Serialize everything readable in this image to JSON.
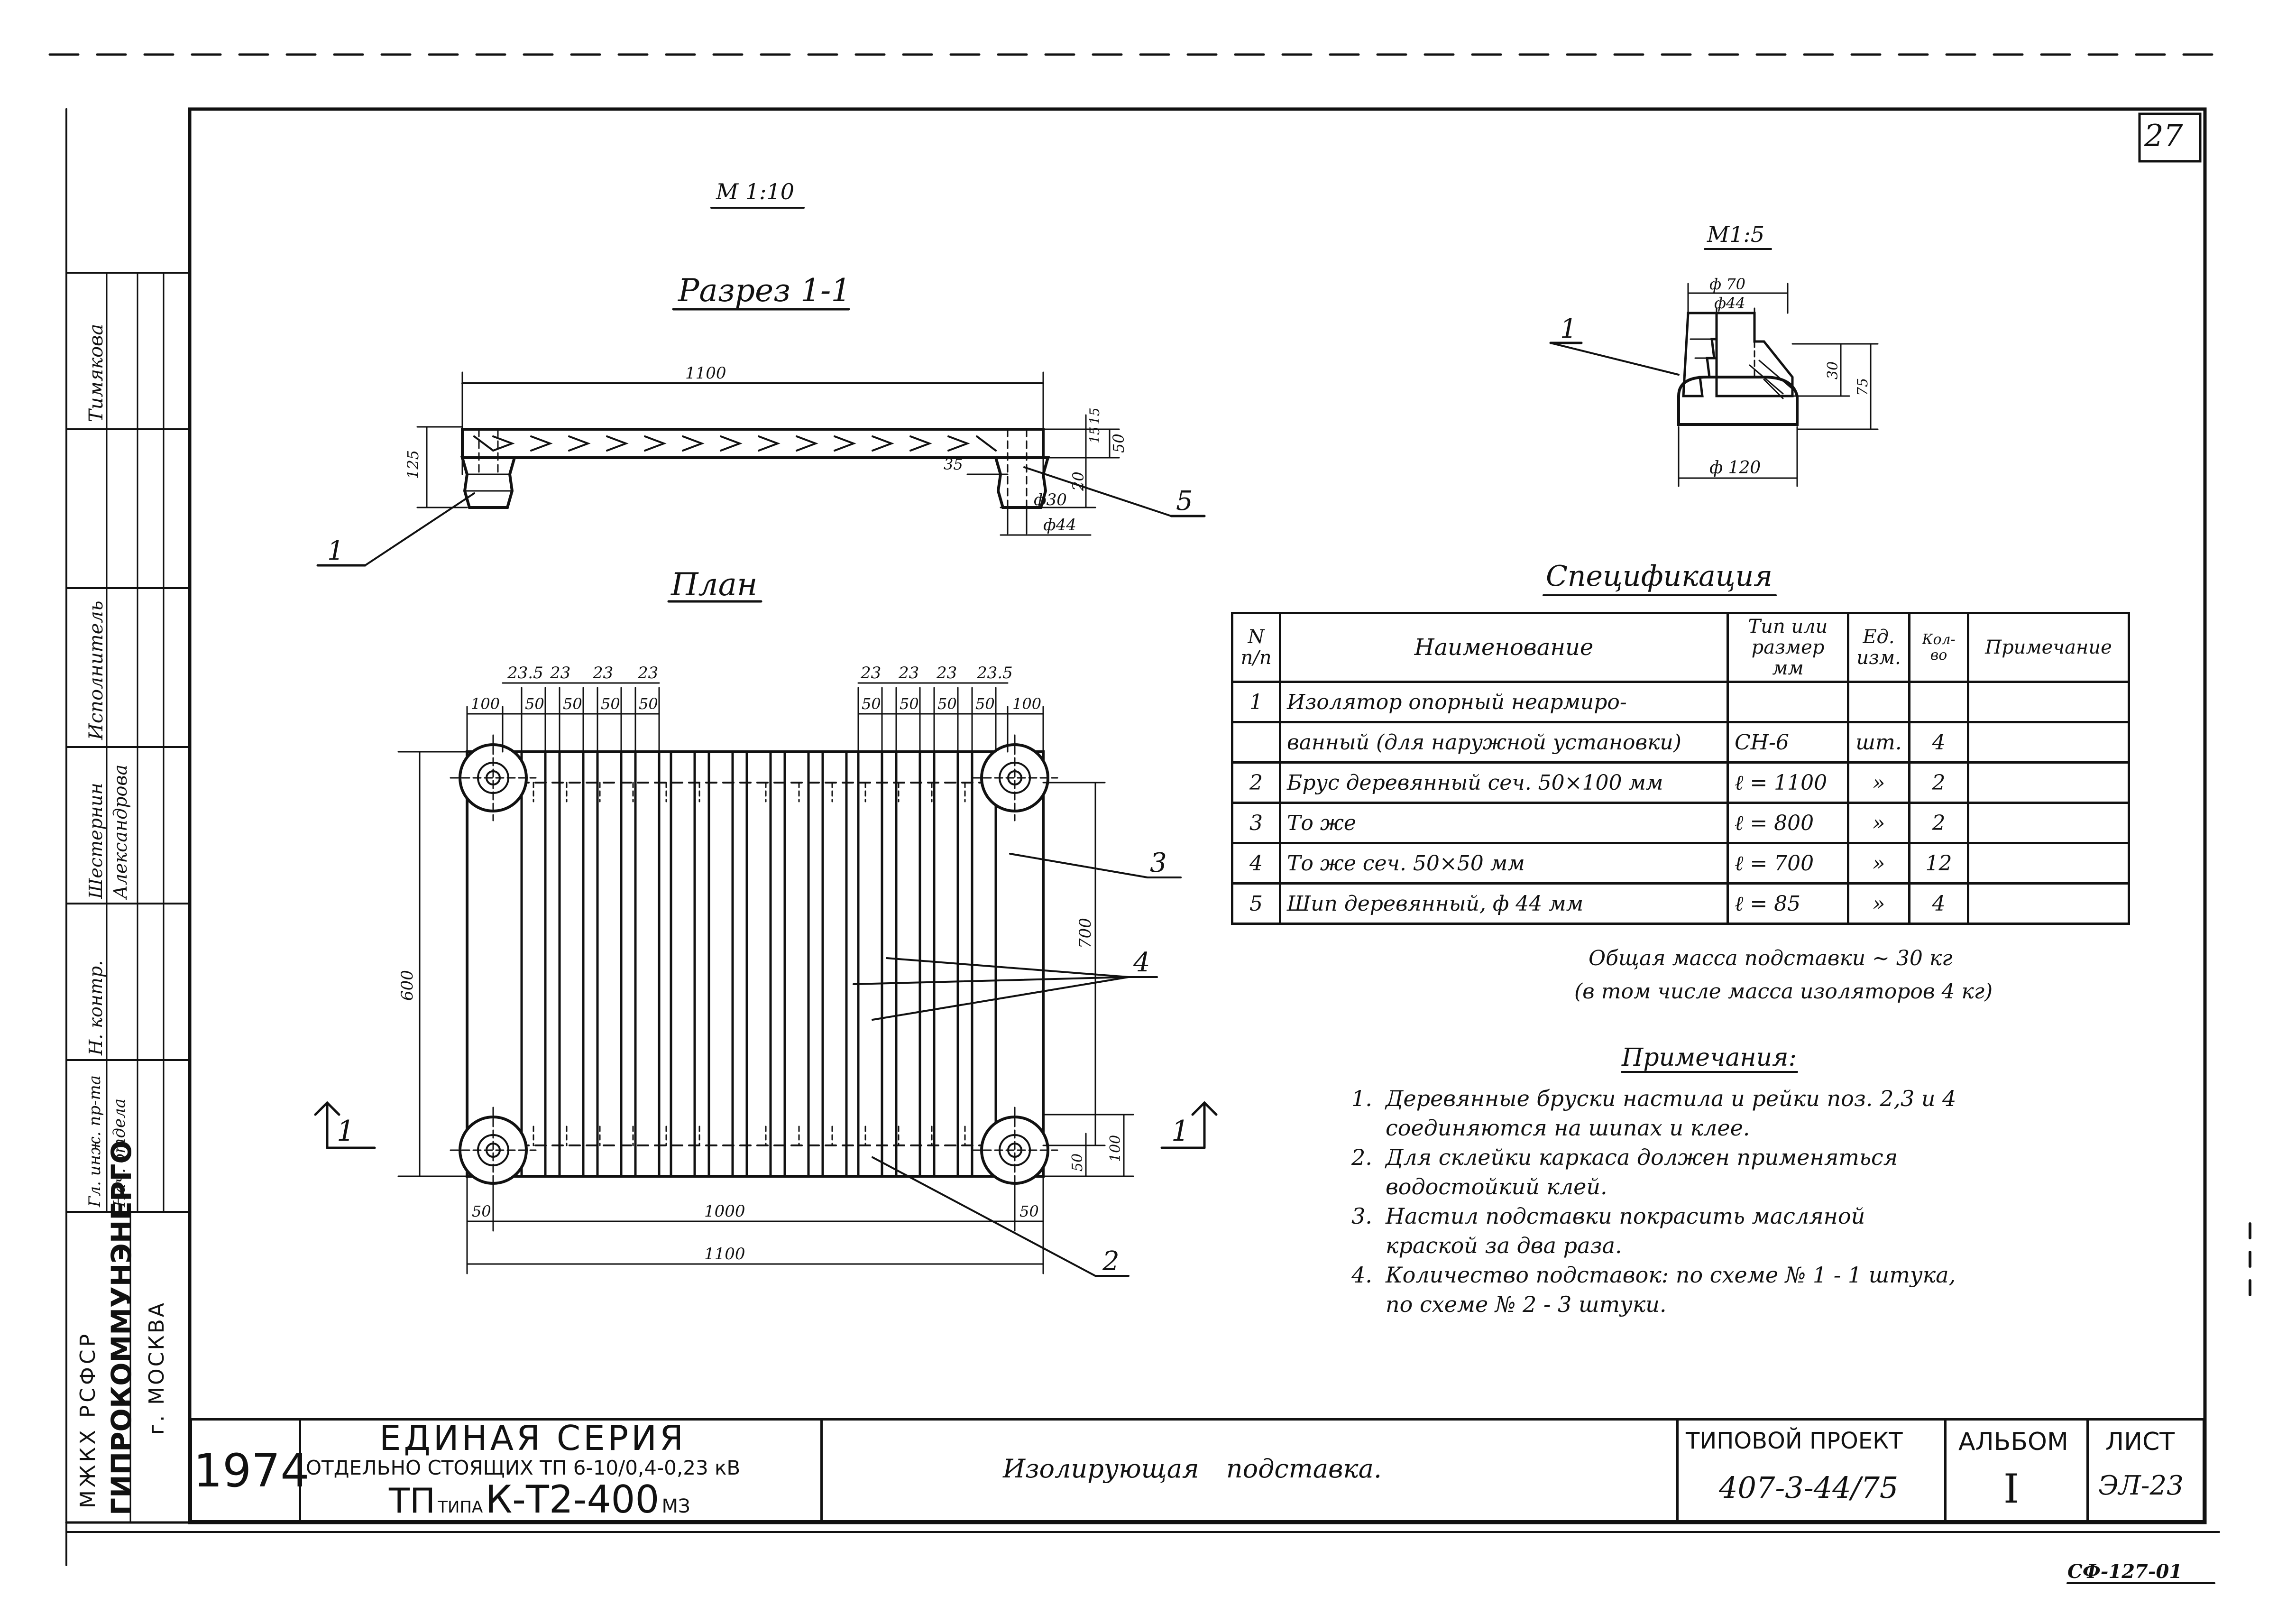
{
  "sheet": {
    "page_number": "27",
    "bottom_code": "СФ-127-01"
  },
  "section_view": {
    "scale": "М 1:10",
    "title": "Разрез 1-1",
    "dims": {
      "overall_length": "1100",
      "height": "125",
      "depth_small": "35",
      "right_a": "15",
      "right_b": "15",
      "right_c": "50",
      "right_d": "20",
      "dia_small": "ф30",
      "dia_large": "ф44"
    },
    "callouts": {
      "left": "1",
      "right": "5"
    }
  },
  "detail_view": {
    "scale": "М1:5",
    "callout": "1",
    "dims": {
      "top_dia": "ф 70",
      "inner_dia": "ф44",
      "depth": "30",
      "height": "75",
      "bottom_dia": "ф 120"
    }
  },
  "plan_view": {
    "title": "План",
    "top_dims_left": [
      "23.5",
      "23",
      "23",
      "23"
    ],
    "top_dims_left_lower": [
      "100",
      "50",
      "50",
      "50",
      "50"
    ],
    "top_dims_right": [
      "23",
      "23",
      "23",
      "23.5"
    ],
    "top_dims_right_lower": [
      "50",
      "50",
      "50",
      "50",
      "100"
    ],
    "side_dims": {
      "height": "600",
      "inner": "700",
      "bottom_a": "50",
      "bottom_b": "100"
    },
    "bottom_dims": {
      "left": "50",
      "inner": "1000",
      "right": "50",
      "overall": "1100"
    },
    "callouts": {
      "c3": "3",
      "c4": "4",
      "c2": "2"
    },
    "section_marks": {
      "left": "1",
      "right": "1"
    }
  },
  "specification": {
    "title": "Спецификация",
    "headers": [
      "N п/п",
      "Наименование",
      "Тип или размер мм",
      "Ед. изм.",
      "Кол-во",
      "Примечание"
    ],
    "rows": [
      [
        "1",
        "Изолятор опорный неармиро-",
        "",
        "",
        "",
        ""
      ],
      [
        "",
        "ванный (для наружной установки)",
        "СН-6",
        "шт.",
        "4",
        ""
      ],
      [
        "2",
        "Брус деревянный сеч. 50×100 мм",
        "ℓ = 1100",
        "»",
        "2",
        ""
      ],
      [
        "3",
        "То же",
        "ℓ = 800",
        "»",
        "2",
        ""
      ],
      [
        "4",
        "То же сеч. 50×50 мм",
        "ℓ = 700",
        "»",
        "12",
        ""
      ],
      [
        "5",
        "Шип деревянный, ф 44 мм",
        "ℓ = 85",
        "»",
        "4",
        ""
      ]
    ],
    "mass_line1": "Общая масса подставки ~ 30 кг",
    "mass_line2": "(в том числе масса изоляторов 4 кг)"
  },
  "notes": {
    "title": "Примечания:",
    "items": [
      [
        "1.",
        "Деревянные бруски настила и рейки поз. 2,3 и 4",
        "соединяются на шипах и клее."
      ],
      [
        "2.",
        "Для склейки каркаса должен применяться",
        "водостойкий клей."
      ],
      [
        "3.",
        "Настил подставки покрасить масляной",
        "краской за два раза."
      ],
      [
        "4.",
        "Количество подставок: по схеме № 1 - 1 штука,",
        "по схеме № 2 - 3 штуки."
      ]
    ]
  },
  "side_stamp": {
    "rows": [
      {
        "role": "",
        "name": "Тимякова"
      },
      {
        "role": "",
        "name": ""
      },
      {
        "role": "Исполнитель",
        "name": ""
      },
      {
        "role": "Шестернин",
        "name": "Александрова"
      },
      {
        "role": "Н. контр.",
        "name": ""
      },
      {
        "role": "Гл. инж. пр-та",
        "name": "Нач. отдела"
      }
    ],
    "org_line1": "МЖКХ РСФСР",
    "org_line2": "ГИПРОКОММУНЭНЕРГО",
    "org_line3": "г. МОСКВА"
  },
  "title_block": {
    "year": "1974",
    "series_title": "ЕДИНАЯ СЕРИЯ",
    "series_sub": "ОТДЕЛЬНО СТОЯЩИХ ТП 6-10/0,4-0,23 кВ",
    "tp_type_prefix": "ТП",
    "tp_type_small": "ТИПА",
    "tp_type": "К-Т2-400",
    "tp_type_suffix": "МЗ",
    "drawing_name": "Изолирующая подставка.",
    "project_label": "ТИПОВОЙ ПРОЕКТ",
    "project_number": "407-3-44/75",
    "album_label": "АЛЬБОМ",
    "album_number": "I",
    "sheet_label": "ЛИСТ",
    "sheet_number": "ЭЛ-23"
  }
}
